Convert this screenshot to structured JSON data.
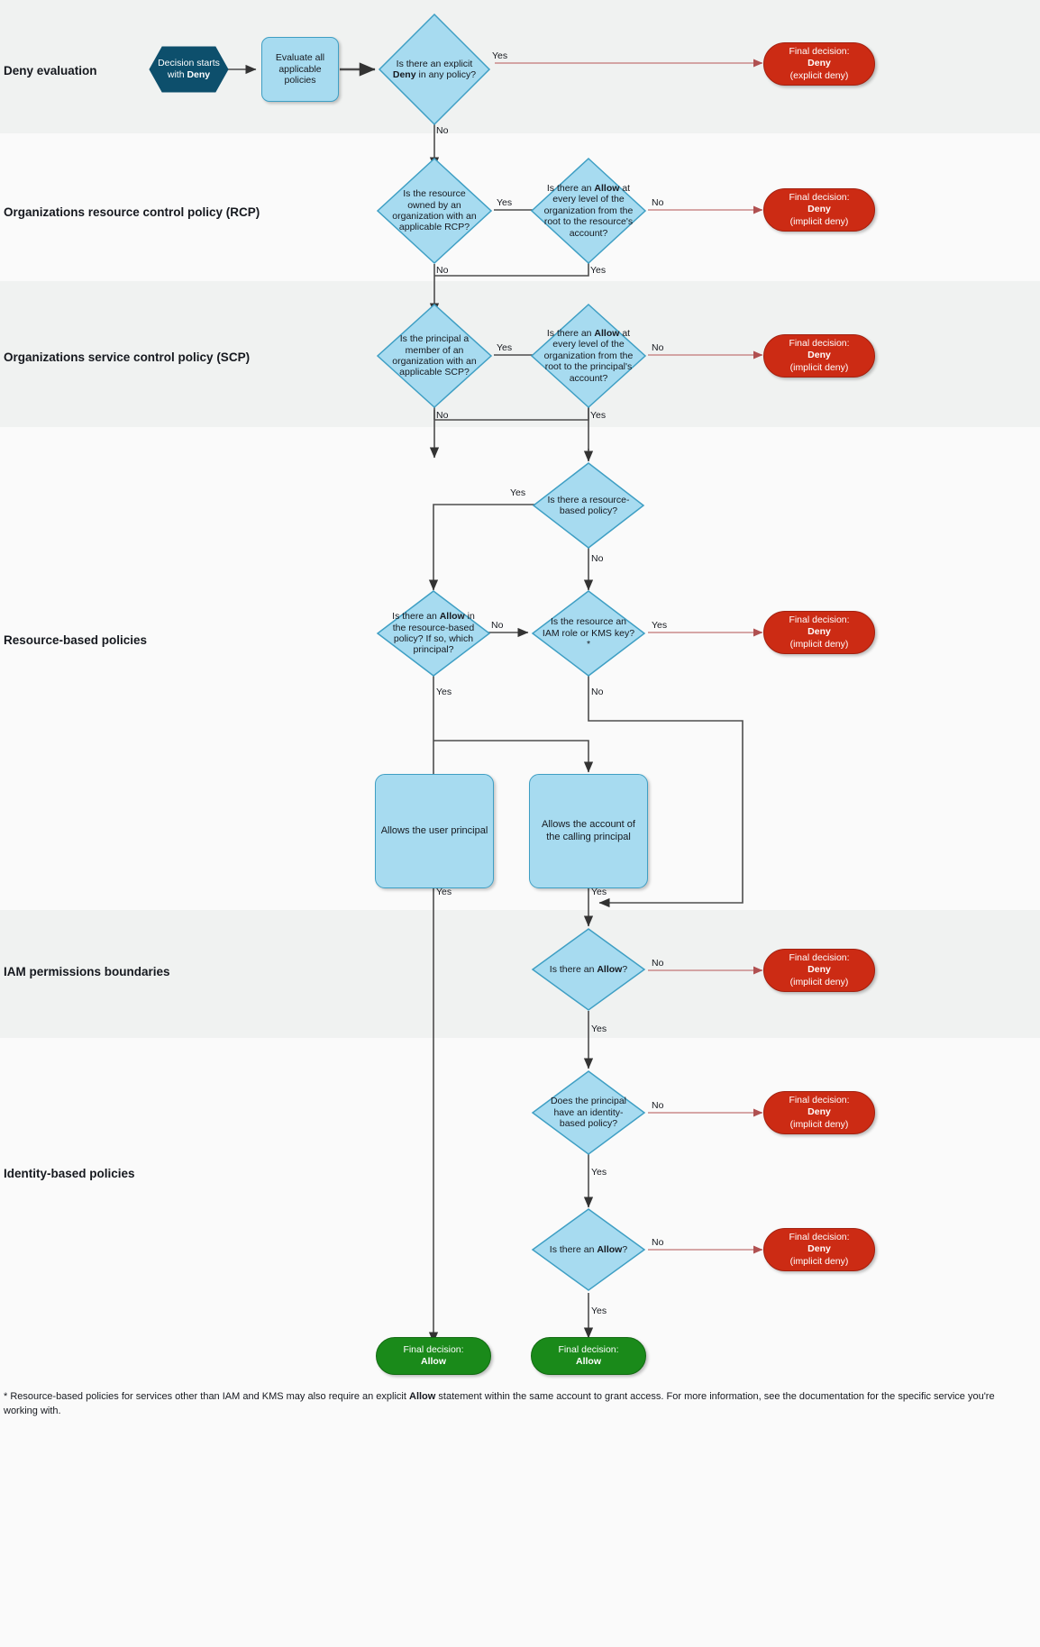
{
  "title": "AWS IAM policy evaluation logic flowchart",
  "colors": {
    "decision_fill": "#a7dbf0",
    "decision_stroke": "#3f9fc4",
    "start_fill": "#0d4f6c",
    "deny_fill": "#cc2b14",
    "allow_fill": "#1a8a1a",
    "band_grey": "#f0f2f1",
    "band_white": "#fafafa",
    "deny_edge": "#c98a8a",
    "edge": "#4d4d4d"
  },
  "sections": [
    {
      "id": "deny-evaluation",
      "label": "Deny evaluation",
      "shade": "grey"
    },
    {
      "id": "rcp",
      "label": "Organizations resource control policy (RCP)",
      "shade": "white"
    },
    {
      "id": "scp",
      "label": "Organizations service control policy (SCP)",
      "shade": "grey"
    },
    {
      "id": "resource-based",
      "label": "Resource-based policies",
      "shade": "white"
    },
    {
      "id": "permissions-boundaries",
      "label": "IAM permissions boundaries",
      "shade": "grey"
    },
    {
      "id": "identity-based",
      "label": "Identity-based policies",
      "shade": "white"
    }
  ],
  "nodes": {
    "start": {
      "text": "Decision starts with <b>Deny</b>",
      "plain": "Decision starts with Deny",
      "type": "start"
    },
    "evaluate": {
      "text": "Evaluate all applicable policies",
      "type": "process"
    },
    "explicit_deny": {
      "text": "Is there an explicit <b>Deny</b> in any policy?",
      "plain": "Is there an explicit Deny in any policy?",
      "type": "decision"
    },
    "deny_explicit": {
      "line1": "Final decision:",
      "line2": "Deny",
      "line3": "(explicit deny)",
      "type": "terminator-deny"
    },
    "rcp_owned": {
      "text": "Is the resource owned by an organization with an applicable RCP?",
      "type": "decision"
    },
    "rcp_allow": {
      "text": "Is there an <b>Allow</b> at every level of the organization from the root to the resource's account?",
      "plain": "Is there an Allow at every level of the organization from the root to the resource's account?",
      "type": "decision"
    },
    "rcp_deny": {
      "line1": "Final decision:",
      "line2": "Deny",
      "line3": "(implicit deny)",
      "type": "terminator-deny"
    },
    "scp_member": {
      "text": "Is the principal a member of an organization with an applicable SCP?",
      "type": "decision"
    },
    "scp_allow": {
      "text": "Is there an <b>Allow</b> at every level of the organization from the root to the principal's account?",
      "plain": "Is there an Allow at every level of the organization from the root to the principal's account?",
      "type": "decision"
    },
    "scp_deny": {
      "line1": "Final decision:",
      "line2": "Deny",
      "line3": "(implicit deny)",
      "type": "terminator-deny"
    },
    "rbp_exists": {
      "text": "Is there a resource-based policy?",
      "type": "decision"
    },
    "rbp_allow": {
      "text": "Is there an <b>Allow</b> in the resource-based policy? If so, which principal?",
      "plain": "Is there an Allow in the resource-based policy? If so, which principal?",
      "type": "decision"
    },
    "rbp_iam_role": {
      "text": "Is the resource an IAM role or KMS key?*",
      "type": "decision"
    },
    "rbp_deny": {
      "line1": "Final decision:",
      "line2": "Deny",
      "line3": "(implicit deny)",
      "type": "terminator-deny"
    },
    "allows_user": {
      "text": "Allows the user principal",
      "type": "process"
    },
    "allows_account": {
      "text": "Allows the account of the calling principal",
      "type": "process"
    },
    "pb_allow": {
      "text": "Is there an <b>Allow</b>?",
      "plain": "Is there an Allow?",
      "type": "decision"
    },
    "pb_deny": {
      "line1": "Final decision:",
      "line2": "Deny",
      "line3": "(implicit deny)",
      "type": "terminator-deny"
    },
    "idp_has": {
      "text": "Does the principal have an identity-based policy?",
      "type": "decision"
    },
    "idp_has_deny": {
      "line1": "Final decision:",
      "line2": "Deny",
      "line3": "(implicit deny)",
      "type": "terminator-deny"
    },
    "idp_allow": {
      "text": "Is there an <b>Allow</b>?",
      "plain": "Is there an Allow?",
      "type": "decision"
    },
    "idp_allow_deny": {
      "line1": "Final decision:",
      "line2": "Deny",
      "line3": "(implicit deny)",
      "type": "terminator-deny"
    },
    "allow_left": {
      "line1": "Final decision:",
      "line2": "Allow",
      "type": "terminator-allow"
    },
    "allow_right": {
      "line1": "Final decision:",
      "line2": "Allow",
      "type": "terminator-allow"
    }
  },
  "edge_labels": {
    "explicit_deny_yes": "Yes",
    "explicit_deny_no": "No",
    "rcp_owned_yes": "Yes",
    "rcp_owned_no": "No",
    "rcp_allow_no": "No",
    "rcp_allow_yes": "Yes",
    "scp_member_yes": "Yes",
    "scp_member_no": "No",
    "scp_allow_no": "No",
    "scp_allow_yes": "Yes",
    "rbp_exists_yes": "Yes",
    "rbp_exists_no": "No",
    "rbp_allow_no": "No",
    "rbp_allow_yes": "Yes",
    "rbp_iam_yes": "Yes",
    "rbp_iam_no": "No",
    "allows_user_yes": "Yes",
    "allows_account_yes": "Yes",
    "pb_allow_no": "No",
    "pb_allow_yes": "Yes",
    "idp_has_no": "No",
    "idp_has_yes": "Yes",
    "idp_allow_no": "No",
    "idp_allow_yes": "Yes"
  },
  "footnote": {
    "text_html": "* Resource-based policies for services other than IAM and KMS may also require an explicit <b>Allow</b> statement within the same account to grant access. For more information, see the documentation for the specific service you're working with.",
    "plain": "* Resource-based policies for services other than IAM and KMS may also require an explicit Allow statement within the same account to grant access. For more information, see the documentation for the specific service you're working with."
  }
}
